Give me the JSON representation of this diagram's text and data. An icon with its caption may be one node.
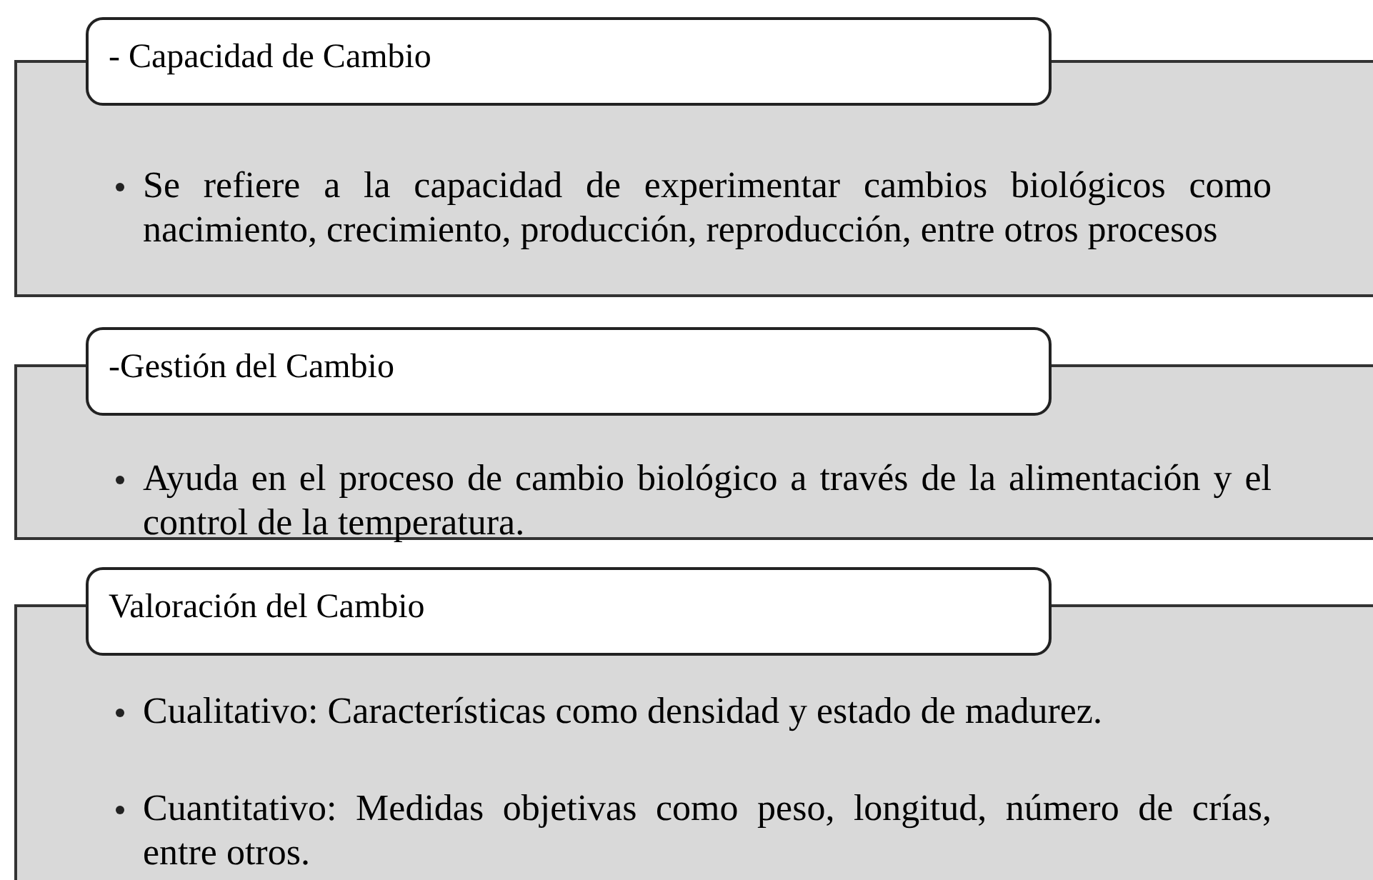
{
  "diagram": {
    "nodes": [
      {
        "text": [
          "- Capacidad de Cambio",
          "Se refiere a la capacidad de experimentar cambios biológicos como nacimiento, crecimiento, producción, reproducción, entre otros procesos"
        ]
      },
      {
        "text": [
          "-Gestión del Cambio",
          "Ayuda en el proceso de cambio biológico a través de la alimentación y el control de la temperatura."
        ]
      },
      {
        "text": [
          "Valoración del Cambio",
          "Cualitativo: Características como densidad y estado de madurez.",
          "Cuantitativo: Medidas objetivas como peso, longitud, número de crías, entre otros."
        ]
      }
    ]
  }
}
